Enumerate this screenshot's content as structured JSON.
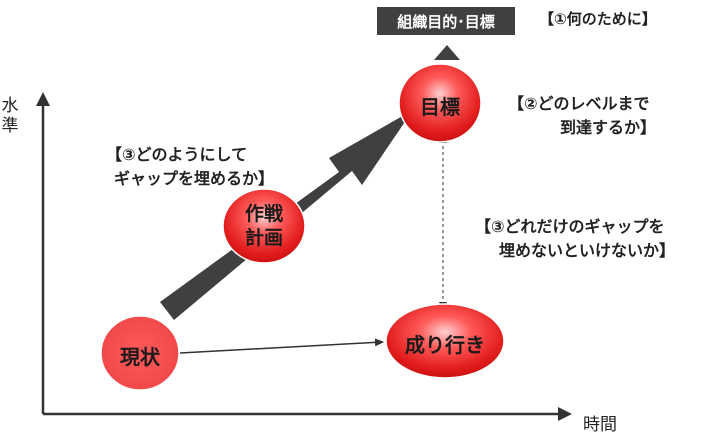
{
  "colors": {
    "circle_fill": "#ee3333",
    "circle_highlight": "#ff8a8a",
    "arrow_dark": "#404040",
    "text": "#222222",
    "question_text": "#1a1a1a"
  },
  "axes": {
    "y_label_line1": "水",
    "y_label_line2": "準",
    "x_label": "時間"
  },
  "purpose": {
    "box_label": "組織目的･目標",
    "question": "【①何のために】"
  },
  "nodes": {
    "goal": "目標",
    "plan_line1": "作戦",
    "plan_line2": "計画",
    "current": "現状",
    "trend": "成り行き"
  },
  "questions": {
    "level_line1": "【②どのレベルまで",
    "level_line2": "到達するか】",
    "how_line1": "【③どのようにして",
    "how_line2": "ギャップを埋めるか】",
    "gap_line1": "【③どれだけのギャップを",
    "gap_line2": "埋めないといけないか】"
  }
}
